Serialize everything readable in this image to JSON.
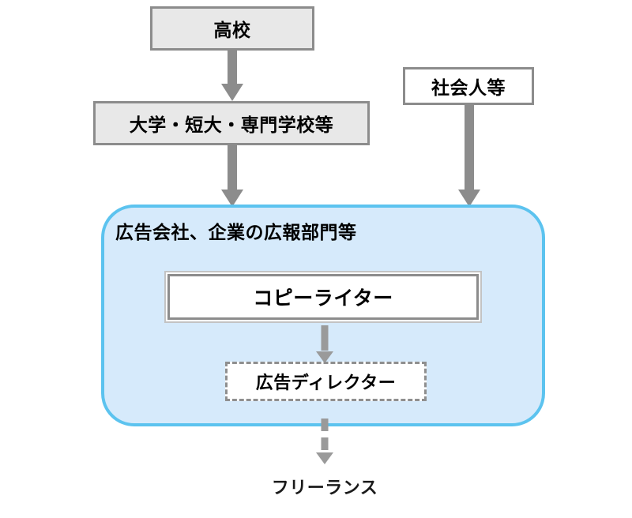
{
  "diagram": {
    "title_visible": false,
    "colors": {
      "box_fill_gray": "#e8e8e8",
      "box_fill_white": "#ffffff",
      "box_border_gray": "#8c8c8c",
      "container_fill": "#d6eafb",
      "container_border": "#5cc3ef",
      "arrow_solid": "#8c8c8c",
      "arrow_dashed": "#9a9a9a",
      "text": "#000000"
    },
    "nodes": {
      "high_school": "高校",
      "university": "大学・短大・専門学校等",
      "working_adults": "社会人等",
      "container_label": "広告会社、企業の広報部門等",
      "copywriter": "コピーライター",
      "ad_director": "広告ディレクター",
      "freelance": "フリーランス"
    },
    "edges": [
      {
        "name": "high-school-to-university",
        "from": "高校",
        "to": "大学・短大・専門学校等",
        "style": "solid"
      },
      {
        "name": "university-to-company",
        "from": "大学・短大・専門学校等",
        "to": "広告会社、企業の広報部門等",
        "style": "solid"
      },
      {
        "name": "working-adults-to-company",
        "from": "社会人等",
        "to": "広告会社、企業の広報部門等",
        "style": "solid"
      },
      {
        "name": "copywriter-to-ad-director",
        "from": "コピーライター",
        "to": "広告ディレクター",
        "style": "dashed"
      },
      {
        "name": "ad-director-to-freelance",
        "from": "広告ディレクター",
        "to": "フリーランス",
        "style": "dashed"
      }
    ]
  }
}
